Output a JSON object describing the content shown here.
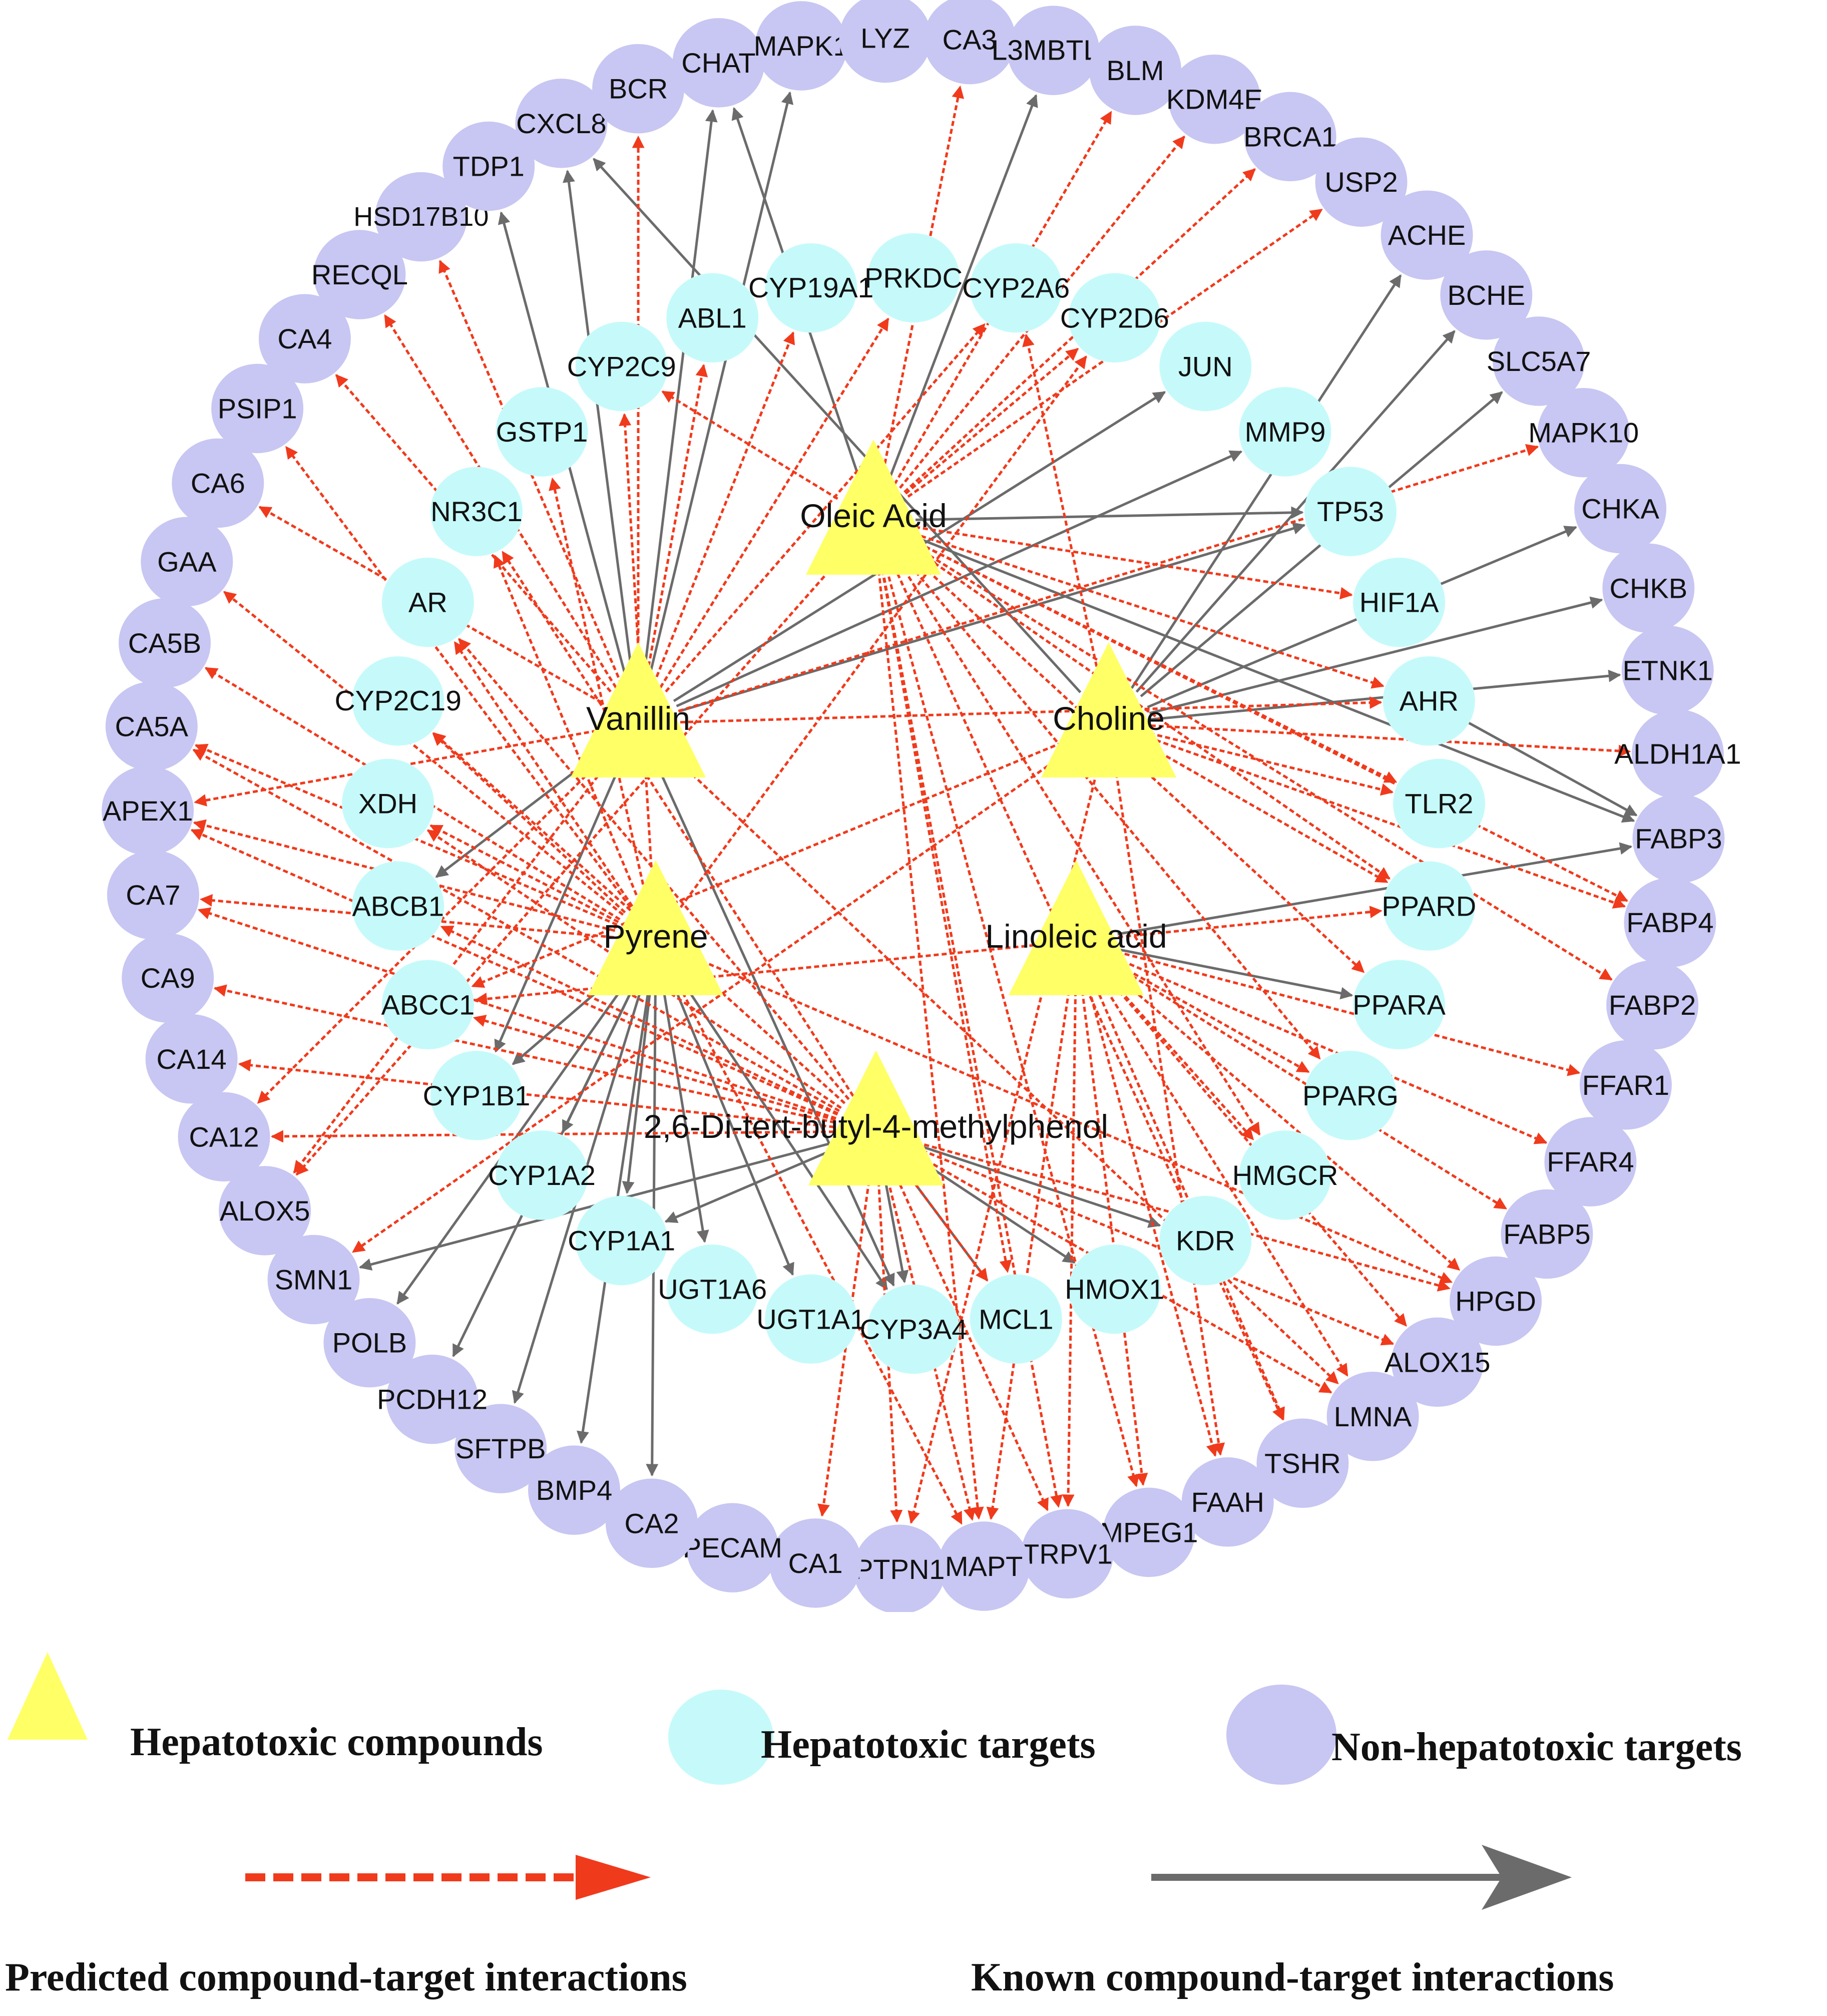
{
  "compounds": [
    "Oleic Acid",
    "Vanillin",
    "Choline",
    "Pyrene",
    "Linoleic acid",
    "2,6-Di-tert-butyl-4-methylphenol"
  ],
  "hepatotoxic_targets": [
    "PRKDC",
    "CYP2A6",
    "CYP2D6",
    "JUN",
    "MMP9",
    "TP53",
    "HIF1A",
    "AHR",
    "TLR2",
    "PPARD",
    "PPARA",
    "PPARG",
    "HMGCR",
    "KDR",
    "HMOX1",
    "MCL1",
    "CYP3A4",
    "UGT1A1",
    "UGT1A6",
    "CYP1A1",
    "CYP1A2",
    "CYP1B1",
    "ABCC1",
    "ABCB1",
    "XDH",
    "CYP2C19",
    "AR",
    "NR3C1",
    "GSTP1",
    "CYP2C9",
    "ABL1",
    "CYP19A1"
  ],
  "non_hepatotoxic_targets": [
    "CA3",
    "L3MBTL1",
    "BLM",
    "KDM4E",
    "BRCA1",
    "USP2",
    "ACHE",
    "BCHE",
    "SLC5A7",
    "MAPK10",
    "CHKA",
    "CHKB",
    "ETNK1",
    "ALDH1A1",
    "FABP3",
    "FABP4",
    "FABP2",
    "FFAR1",
    "FFAR4",
    "FABP5",
    "HPGD",
    "ALOX15",
    "LMNA",
    "TSHR",
    "FAAH",
    "MPEG1",
    "TRPV1",
    "MAPT",
    "PTPN1",
    "CA1",
    "PECAM",
    "CA2",
    "BMP4",
    "SFTPB",
    "PCDH12",
    "POLB",
    "SMN1",
    "ALOX5",
    "CA12",
    "CA14",
    "CA9",
    "CA7",
    "APEX1",
    "CA5A",
    "CA5B",
    "GAA",
    "CA6",
    "PSIP1",
    "CA4",
    "RECQL",
    "HSD17B10",
    "TDP1",
    "CXCL8",
    "BCR",
    "CHAT",
    "MAPK1",
    "LYZ"
  ],
  "colors": {
    "compound": "#ffff66",
    "hepatotoxic": "#c6fafa",
    "non_hepatotoxic": "#c8c6f2",
    "predicted_edge": "#f03a1c",
    "known_edge": "#6b6b6b"
  },
  "edges": {
    "known": [
      [
        "Vanillin",
        "MAPK1"
      ],
      [
        "Vanillin",
        "TDP1"
      ],
      [
        "Vanillin",
        "CXCL8"
      ],
      [
        "Vanillin",
        "JUN"
      ],
      [
        "Vanillin",
        "MMP9"
      ],
      [
        "Vanillin",
        "TP53"
      ],
      [
        "Vanillin",
        "CYP1B1"
      ],
      [
        "Vanillin",
        "ABCB1"
      ],
      [
        "Vanillin",
        "CYP3A4"
      ],
      [
        "Vanillin",
        "CHAT"
      ],
      [
        "Oleic Acid",
        "CHAT"
      ],
      [
        "Oleic Acid",
        "L3MBTL1"
      ],
      [
        "Oleic Acid",
        "FABP3"
      ],
      [
        "Oleic Acid",
        "TP53"
      ],
      [
        "Choline",
        "ACHE"
      ],
      [
        "Choline",
        "BCHE"
      ],
      [
        "Choline",
        "SLC5A7"
      ],
      [
        "Choline",
        "CHKA"
      ],
      [
        "Choline",
        "CHKB"
      ],
      [
        "Choline",
        "ETNK1"
      ],
      [
        "Choline",
        "CXCL8"
      ],
      [
        "Pyrene",
        "CYP1A1"
      ],
      [
        "Pyrene",
        "CYP1A2"
      ],
      [
        "Pyrene",
        "CYP1B1"
      ],
      [
        "Pyrene",
        "UGT1A1"
      ],
      [
        "Pyrene",
        "UGT1A6"
      ],
      [
        "Pyrene",
        "CYP3A4"
      ],
      [
        "Pyrene",
        "POLB"
      ],
      [
        "Pyrene",
        "PCDH12"
      ],
      [
        "Pyrene",
        "SFTPB"
      ],
      [
        "Pyrene",
        "BMP4"
      ],
      [
        "Pyrene",
        "CA2"
      ],
      [
        "Linoleic acid",
        "FABP3"
      ],
      [
        "Linoleic acid",
        "PPARA"
      ],
      [
        "2,6-Di-tert-butyl-4-methylphenol",
        "CYP1A1"
      ],
      [
        "2,6-Di-tert-butyl-4-methylphenol",
        "SMN1"
      ],
      [
        "2,6-Di-tert-butyl-4-methylphenol",
        "HMOX1"
      ],
      [
        "2,6-Di-tert-butyl-4-methylphenol",
        "KDR"
      ],
      [
        "2,6-Di-tert-butyl-4-methylphenol",
        "CYP3A4"
      ],
      [
        "2,6-Di-tert-butyl-4-methylphenol",
        "MCL1"
      ],
      [
        "AHR",
        "FABP3"
      ]
    ],
    "predicted": [
      [
        "Oleic Acid",
        "CA3"
      ],
      [
        "Oleic Acid",
        "BLM"
      ],
      [
        "Oleic Acid",
        "KDM4E"
      ],
      [
        "Oleic Acid",
        "BRCA1"
      ],
      [
        "Oleic Acid",
        "USP2"
      ],
      [
        "Oleic Acid",
        "CYP2D6"
      ],
      [
        "Oleic Acid",
        "HIF1A"
      ],
      [
        "Oleic Acid",
        "AHR"
      ],
      [
        "Oleic Acid",
        "TLR2"
      ],
      [
        "Oleic Acid",
        "PPARD"
      ],
      [
        "Oleic Acid",
        "PPARA"
      ],
      [
        "Oleic Acid",
        "PPARG"
      ],
      [
        "Oleic Acid",
        "FABP4"
      ],
      [
        "Oleic Acid",
        "FABP2"
      ],
      [
        "Oleic Acid",
        "MAPT"
      ],
      [
        "Oleic Acid",
        "TRPV1"
      ],
      [
        "Oleic Acid",
        "HMGCR"
      ],
      [
        "Oleic Acid",
        "CYP2C9"
      ],
      [
        "Oleic Acid",
        "ALOX5"
      ],
      [
        "Oleic Acid",
        "MPEG1"
      ],
      [
        "Oleic Acid",
        "TSHR"
      ],
      [
        "Oleic Acid",
        "MCL1"
      ],
      [
        "Vanillin",
        "CYP19A1"
      ],
      [
        "Vanillin",
        "PRKDC"
      ],
      [
        "Vanillin",
        "CYP2A6"
      ],
      [
        "Vanillin",
        "MAPK10"
      ],
      [
        "Vanillin",
        "AHR"
      ],
      [
        "Vanillin",
        "CA4"
      ],
      [
        "Vanillin",
        "CA6"
      ],
      [
        "Vanillin",
        "BCR"
      ],
      [
        "Vanillin",
        "LMNA"
      ],
      [
        "Vanillin",
        "APEX1"
      ],
      [
        "Vanillin",
        "ALOX5"
      ],
      [
        "Vanillin",
        "ABL1"
      ],
      [
        "Vanillin",
        "HSD17B10"
      ],
      [
        "Vanillin",
        "RECQL"
      ],
      [
        "Vanillin",
        "CA12"
      ],
      [
        "Choline",
        "ALDH1A1"
      ],
      [
        "Choline",
        "PPARD"
      ],
      [
        "Choline",
        "TLR2"
      ],
      [
        "Choline",
        "FABP4"
      ],
      [
        "Choline",
        "PTPN1"
      ],
      [
        "Choline",
        "SMN1"
      ],
      [
        "Choline",
        "FAAH"
      ],
      [
        "Choline",
        "CYP2A6"
      ],
      [
        "Choline",
        "ABCC1"
      ],
      [
        "Pyrene",
        "NR3C1"
      ],
      [
        "Pyrene",
        "AR"
      ],
      [
        "Pyrene",
        "CYP2C19"
      ],
      [
        "Pyrene",
        "XDH"
      ],
      [
        "Pyrene",
        "GSTP1"
      ],
      [
        "Pyrene",
        "CA5B"
      ],
      [
        "Pyrene",
        "CA5A"
      ],
      [
        "Pyrene",
        "APEX1"
      ],
      [
        "Pyrene",
        "CA7"
      ],
      [
        "Pyrene",
        "PSIP1"
      ],
      [
        "Pyrene",
        "GAA"
      ],
      [
        "Pyrene",
        "CYP2C9"
      ],
      [
        "Pyrene",
        "MAPT"
      ],
      [
        "Pyrene",
        "HPGD"
      ],
      [
        "Pyrene",
        "CYP2D6"
      ],
      [
        "Linoleic acid",
        "FABP5"
      ],
      [
        "Linoleic acid",
        "FFAR1"
      ],
      [
        "Linoleic acid",
        "FFAR4"
      ],
      [
        "Linoleic acid",
        "HPGD"
      ],
      [
        "Linoleic acid",
        "ALOX15"
      ],
      [
        "Linoleic acid",
        "LMNA"
      ],
      [
        "Linoleic acid",
        "TSHR"
      ],
      [
        "Linoleic acid",
        "FAAH"
      ],
      [
        "Linoleic acid",
        "MPEG1"
      ],
      [
        "Linoleic acid",
        "TRPV1"
      ],
      [
        "Linoleic acid",
        "MAPT"
      ],
      [
        "Linoleic acid",
        "PPARD"
      ],
      [
        "Linoleic acid",
        "ABCC1"
      ],
      [
        "Linoleic acid",
        "HMGCR"
      ],
      [
        "Linoleic acid",
        "PPARG"
      ],
      [
        "2,6-Di-tert-butyl-4-methylphenol",
        "CA9"
      ],
      [
        "2,6-Di-tert-butyl-4-methylphenol",
        "CA14"
      ],
      [
        "2,6-Di-tert-butyl-4-methylphenol",
        "CA12"
      ],
      [
        "2,6-Di-tert-butyl-4-methylphenol",
        "CA1"
      ],
      [
        "2,6-Di-tert-butyl-4-methylphenol",
        "PTPN1"
      ],
      [
        "2,6-Di-tert-butyl-4-methylphenol",
        "MAPT"
      ],
      [
        "2,6-Di-tert-butyl-4-methylphenol",
        "TRPV1"
      ],
      [
        "2,6-Di-tert-butyl-4-methylphenol",
        "ALOX15"
      ],
      [
        "2,6-Di-tert-butyl-4-methylphenol",
        "HPGD"
      ],
      [
        "2,6-Di-tert-butyl-4-methylphenol",
        "LMNA"
      ],
      [
        "2,6-Di-tert-butyl-4-methylphenol",
        "XDH"
      ],
      [
        "2,6-Di-tert-butyl-4-methylphenol",
        "ABCB1"
      ],
      [
        "2,6-Di-tert-butyl-4-methylphenol",
        "AR"
      ],
      [
        "2,6-Di-tert-butyl-4-methylphenol",
        "NR3C1"
      ],
      [
        "2,6-Di-tert-butyl-4-methylphenol",
        "CYP2C19"
      ],
      [
        "2,6-Di-tert-butyl-4-methylphenol",
        "APEX1"
      ],
      [
        "2,6-Di-tert-butyl-4-methylphenol",
        "CA7"
      ],
      [
        "2,6-Di-tert-butyl-4-methylphenol",
        "ABCC1"
      ],
      [
        "2,6-Di-tert-butyl-4-methylphenol",
        "CA5A"
      ],
      [
        "2,6-Di-tert-butyl-4-methylphenol",
        "MCL1"
      ]
    ]
  },
  "legend": {
    "compound_label": "Hepatotoxic compounds",
    "hepatotoxic_label": "Hepatotoxic targets",
    "non_hepatotoxic_label": "Non-hepatotoxic targets",
    "predicted_label": "Predicted  compound-target interactions",
    "known_label": "Known  compound-target interactions"
  }
}
